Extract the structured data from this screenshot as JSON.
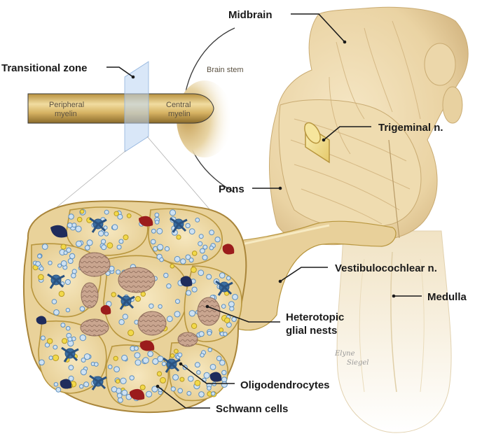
{
  "labels": {
    "midbrain": "Midbrain",
    "transitional_zone": "Transitional zone",
    "brain_stem": "Brain stem",
    "peripheral_myelin_1": "Peripheral",
    "peripheral_myelin_2": "myelin",
    "central_myelin_1": "Central",
    "central_myelin_2": "myelin",
    "trigeminal": "Trigeminal n.",
    "pons": "Pons",
    "vestibulocochlear": "Vestibulocochlear n.",
    "medulla": "Medulla",
    "heterotopic_1": "Heterotopic",
    "heterotopic_2": "glial nests",
    "oligodendrocytes": "Oligodendrocytes",
    "schwann": "Schwann cells",
    "signature_1": "Elyne",
    "signature_2": "Siegel"
  },
  "colors": {
    "tissue": "#efdcb0",
    "tissue_shadow": "#c9ab72",
    "nerve_gold": "#d9b865",
    "axon_blue": "#3b6fa3",
    "vessel_red": "#9b1c1c",
    "vessel_navy": "#1f2c5c",
    "glial_nest": "#c9a58f",
    "zone_plane": "#b9d3f2"
  }
}
